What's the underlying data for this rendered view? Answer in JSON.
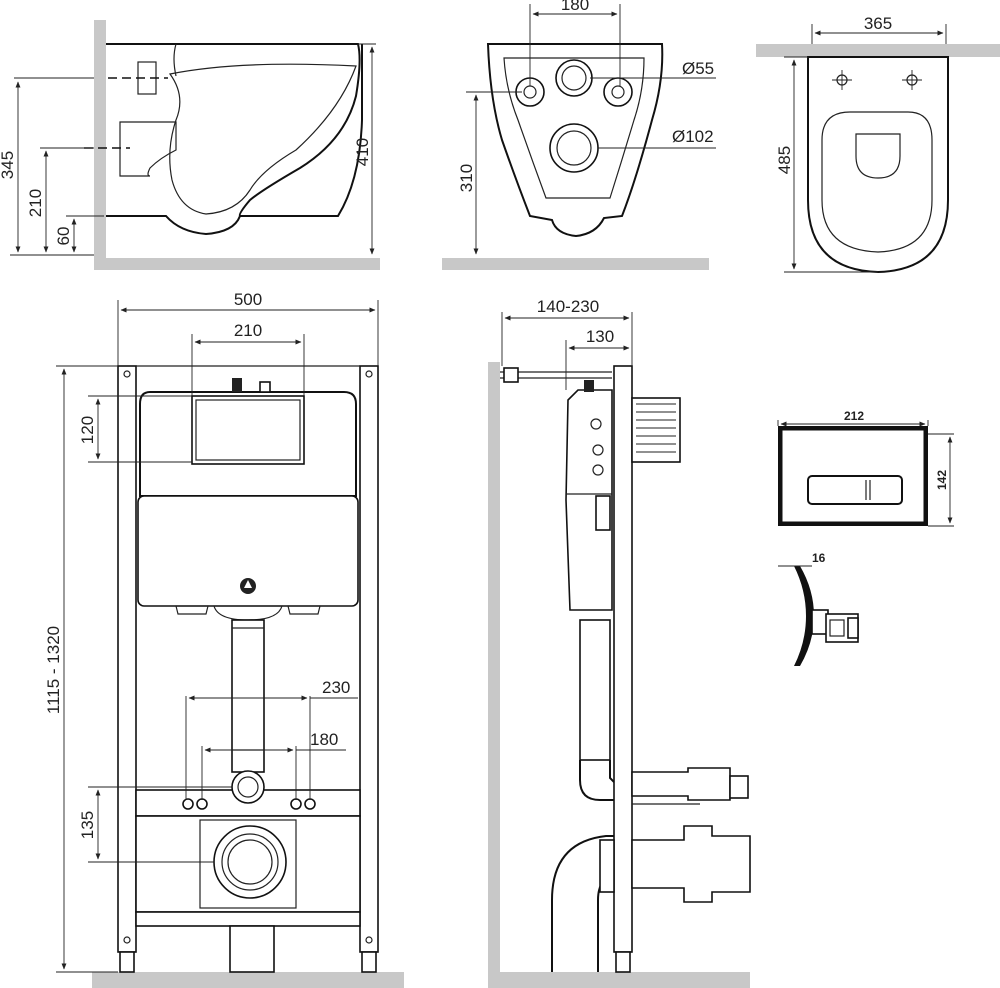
{
  "labels": {
    "side_345": "345",
    "side_210": "210",
    "side_60": "60",
    "side_410": "410",
    "top_180": "180",
    "top_d55": "Ø55",
    "top_d102": "Ø102",
    "top_310": "310",
    "plan_365": "365",
    "plan_485": "485",
    "front_500": "500",
    "front_210": "210",
    "front_120": "120",
    "front_height": "1115 - 1320",
    "front_230": "230",
    "front_180": "180",
    "front_135": "135",
    "frame_140_230": "140-230",
    "frame_130": "130",
    "button_212": "212",
    "button_142": "142",
    "button_16": "16"
  }
}
